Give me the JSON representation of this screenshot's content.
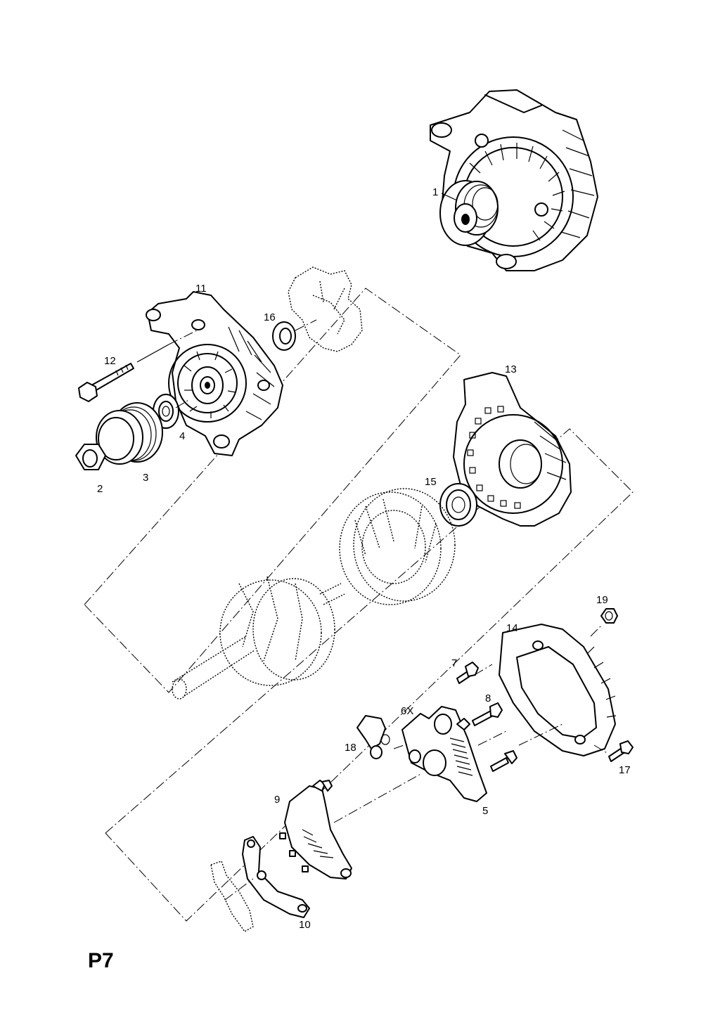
{
  "page_label": "P7",
  "callouts": [
    {
      "id": "1",
      "text": "1"
    },
    {
      "id": "2",
      "text": "2"
    },
    {
      "id": "3",
      "text": "3"
    },
    {
      "id": "4",
      "text": "4"
    },
    {
      "id": "5",
      "text": "5"
    },
    {
      "id": "6x",
      "text": "6X"
    },
    {
      "id": "7",
      "text": "7"
    },
    {
      "id": "8",
      "text": "8"
    },
    {
      "id": "9",
      "text": "9"
    },
    {
      "id": "10",
      "text": "10"
    },
    {
      "id": "11",
      "text": "11"
    },
    {
      "id": "12",
      "text": "12"
    },
    {
      "id": "13",
      "text": "13"
    },
    {
      "id": "14",
      "text": "14"
    },
    {
      "id": "15",
      "text": "15"
    },
    {
      "id": "16",
      "text": "16"
    },
    {
      "id": "17",
      "text": "17"
    },
    {
      "id": "18",
      "text": "18"
    },
    {
      "id": "19",
      "text": "19"
    }
  ]
}
